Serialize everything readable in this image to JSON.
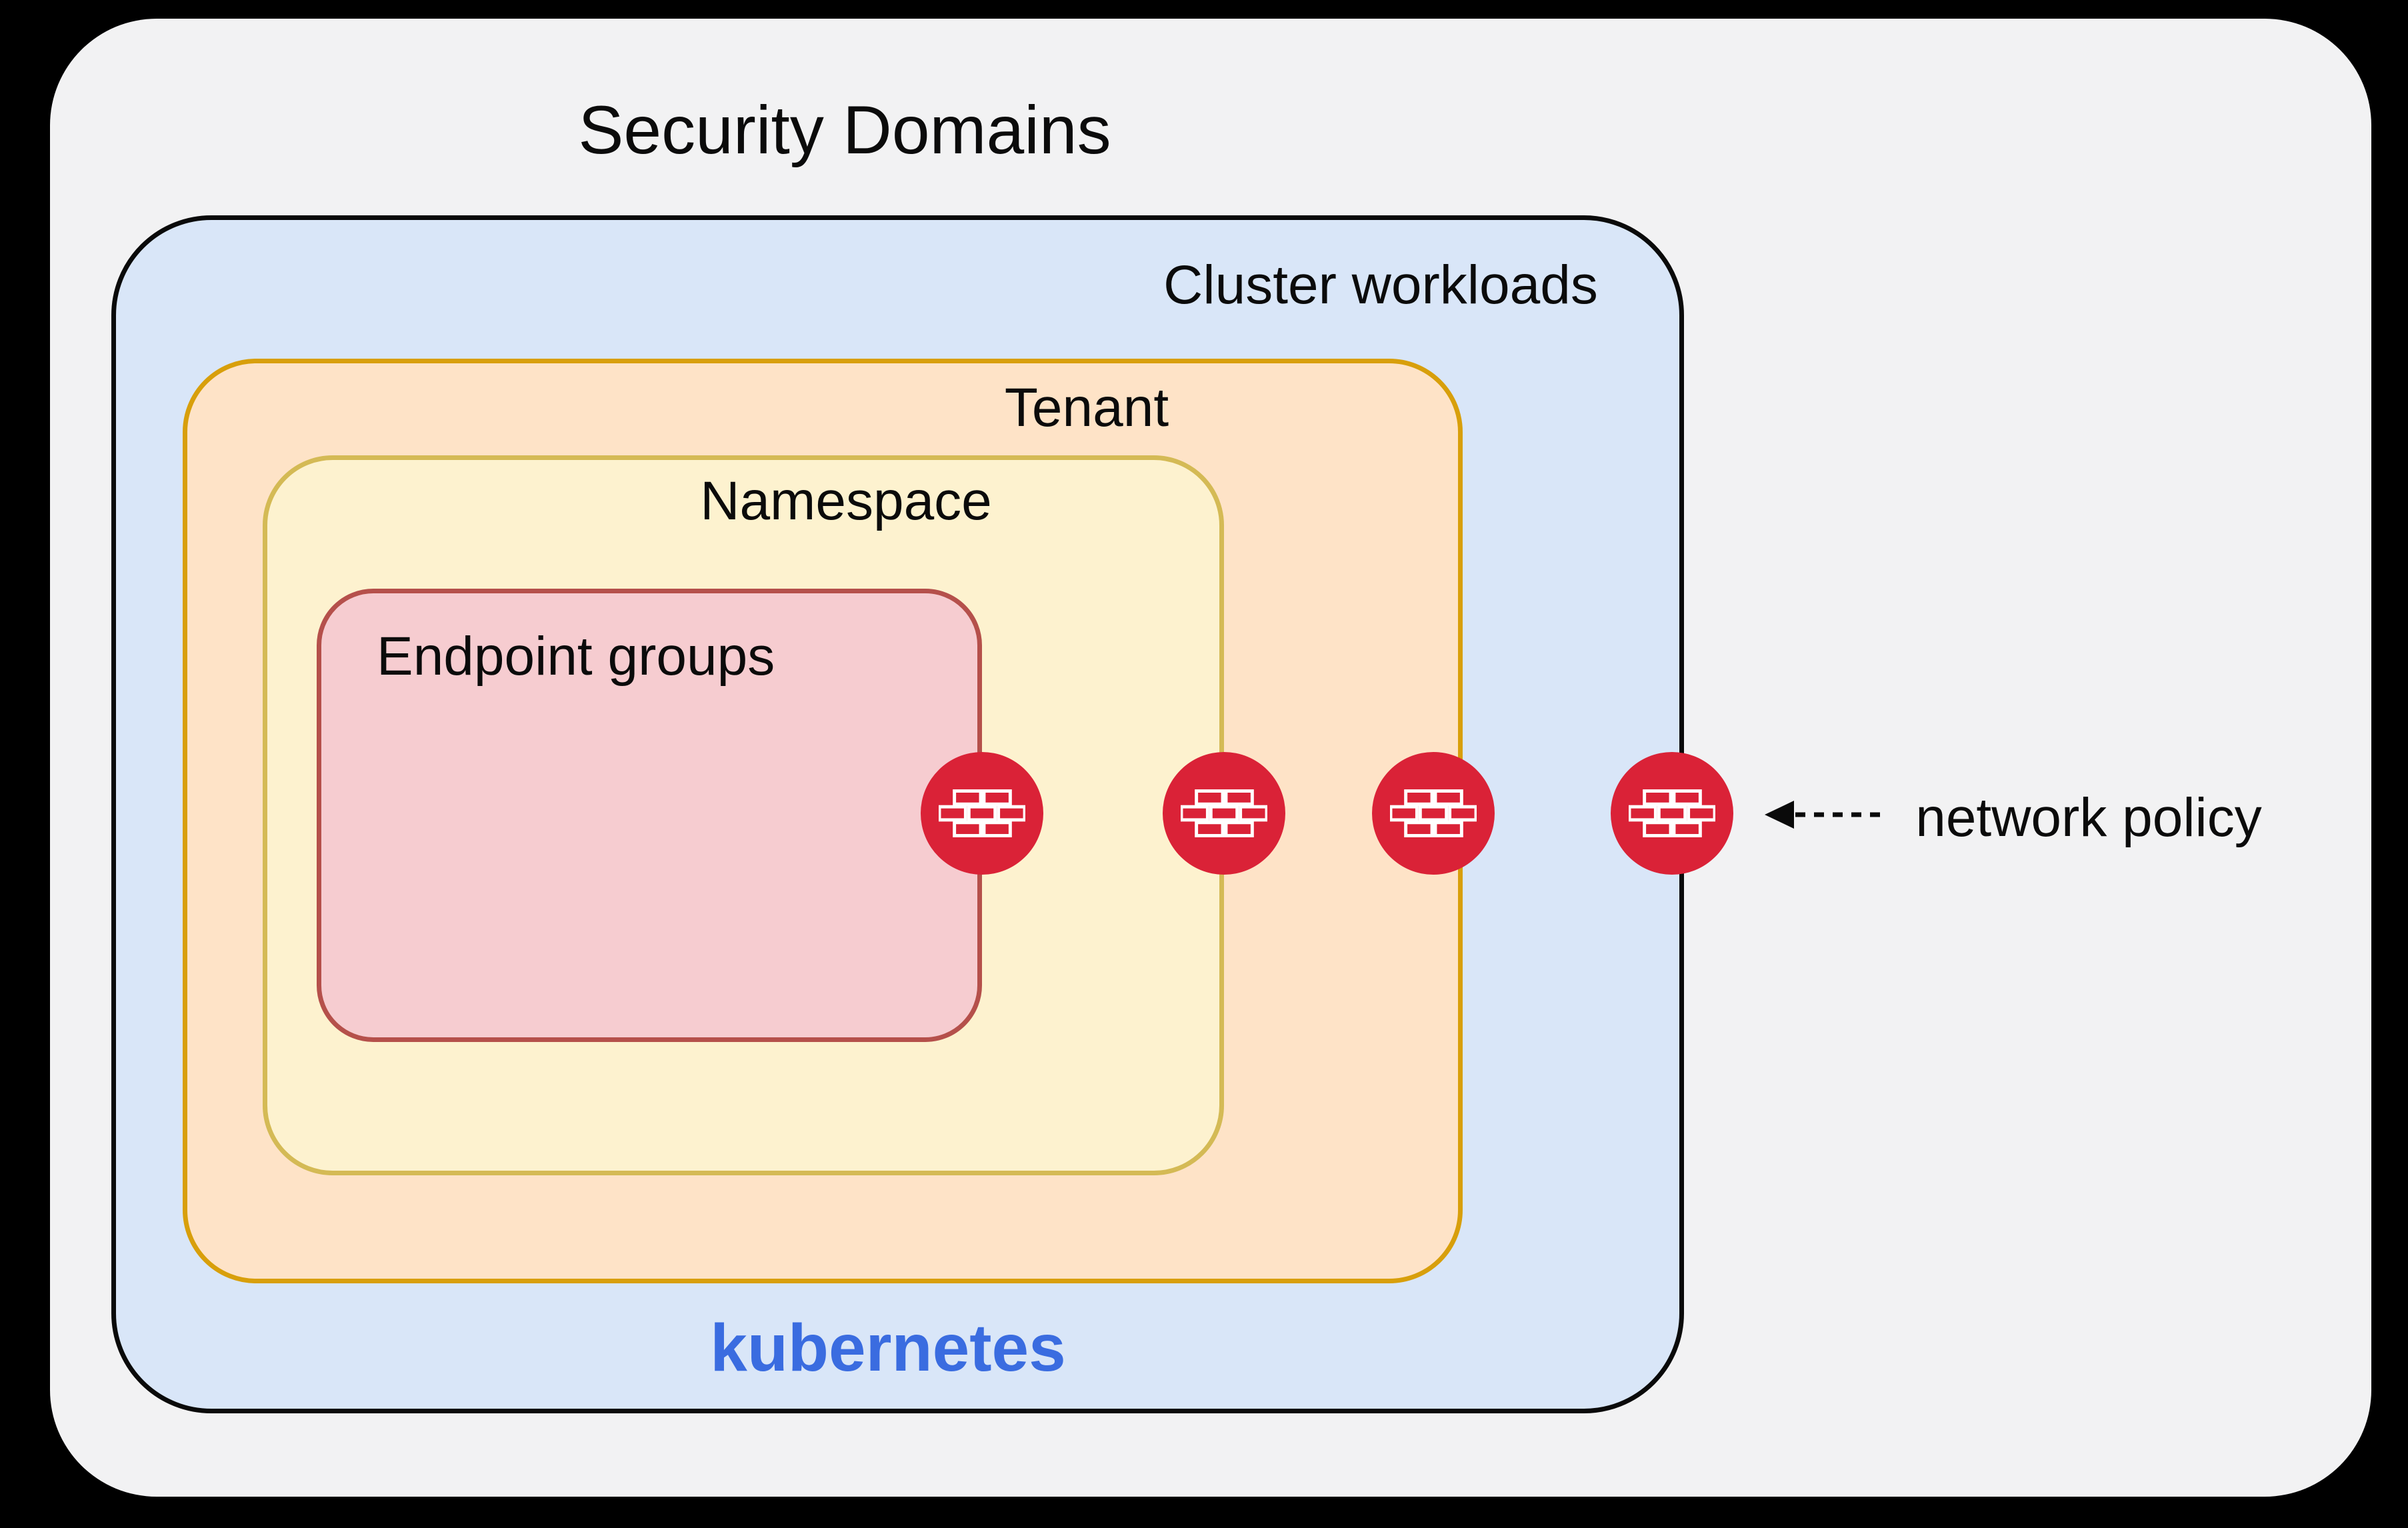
{
  "title": "Security Domains",
  "canvas": {
    "background": "#000000",
    "panel": "#f2f2f3"
  },
  "boxes": {
    "cluster": {
      "label": "Cluster workloads",
      "fill": "#d9e6f8",
      "border": "#0a0a0a"
    },
    "tenant": {
      "label": "Tenant",
      "fill": "#fee3c7",
      "border": "#d89f0b"
    },
    "namespace": {
      "label": "Namespace",
      "fill": "#fdf2cf",
      "border": "#d4ba55"
    },
    "endpoint_groups": {
      "label": "Endpoint groups",
      "fill": "#f6ccd0",
      "border": "#b5504b"
    }
  },
  "kubernetes": {
    "label": "kubernetes",
    "color": "#3a6ce0"
  },
  "network_policy": {
    "label": "network policy",
    "icon": "firewall-brick-wall",
    "icon_color": "#da2237",
    "count": 4,
    "arrow_color": "#0a0a0a"
  }
}
